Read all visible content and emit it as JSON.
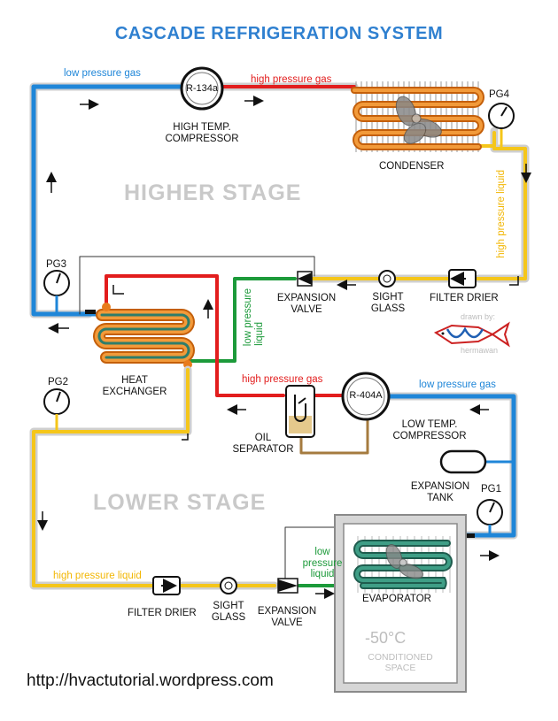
{
  "title": "CASCADE REFRIGERATION SYSTEM",
  "stages": {
    "higher": "HIGHER STAGE",
    "lower": "LOWER STAGE"
  },
  "higher": {
    "low_pressure_gas": "low pressure gas",
    "high_pressure_gas": "high pressure gas",
    "high_pressure_liquid": "high pressure liquid",
    "refrigerant": "R-134a",
    "compressor": [
      "HIGH TEMP.",
      "COMPRESSOR"
    ],
    "condenser": "CONDENSER",
    "pg4": "PG4",
    "pg3": "PG3",
    "filter_drier": "FILTER DRIER",
    "sight_glass": [
      "SIGHT",
      "GLASS"
    ],
    "expansion_valve": [
      "EXPANSION",
      "VALVE"
    ],
    "low_pressure_liquid": [
      "low pressure",
      "liquid"
    ]
  },
  "heat_exchanger": [
    "HEAT",
    "EXCHANGER"
  ],
  "lower": {
    "high_pressure_gas": "high pressure gas",
    "low_pressure_gas": "low pressure gas",
    "refrigerant": "R-404A",
    "compressor": [
      "LOW TEMP.",
      "COMPRESSOR"
    ],
    "oil_separator": [
      "OIL",
      "SEPARATOR"
    ],
    "expansion_tank": [
      "EXPANSION",
      "TANK"
    ],
    "pg1": "PG1",
    "pg2": "PG2",
    "high_pressure_liquid": "high pressure liquid",
    "filter_drier": "FILTER DRIER",
    "sight_glass": [
      "SIGHT",
      "GLASS"
    ],
    "expansion_valve": [
      "EXPANSION",
      "VALVE"
    ],
    "low_pressure_liquid": [
      "low",
      "pressure",
      "liquid"
    ],
    "evaporator": "EVAPORATOR",
    "temperature": "-50°C",
    "space": [
      "CONDITIONED",
      "SPACE"
    ]
  },
  "credit": {
    "drawn_by": "drawn by:",
    "author": "hermawan"
  },
  "url": "http://hvactutorial.wordpress.com",
  "colors": {
    "low_pressure_gas": "#1f86d8",
    "high_pressure_gas": "#e21d1d",
    "high_pressure_liquid": "#f5c61a",
    "low_pressure_liquid": "#1c9a3a",
    "title": "#2f80d0",
    "coil": "#e87b1c",
    "evaporator_coil": "#2e7d6b"
  }
}
